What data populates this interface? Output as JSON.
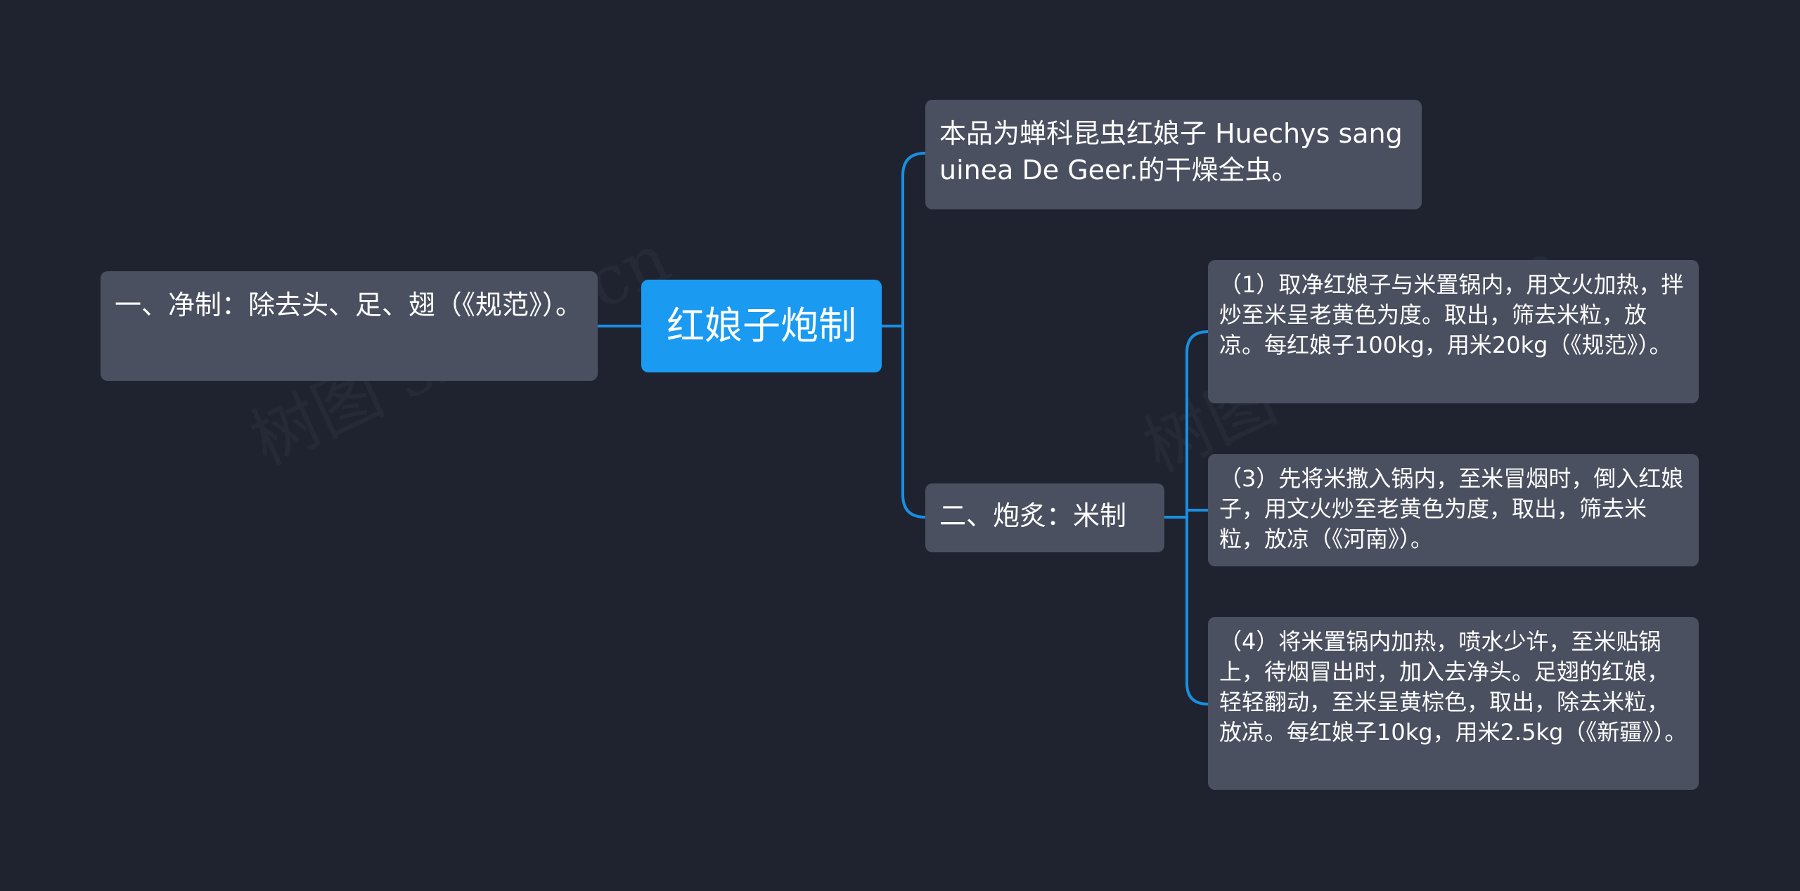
{
  "root": {
    "label": "红娘子炮制"
  },
  "left_branch": {
    "label": "一、净制：除去头、足、翅（《规范》）。"
  },
  "right_top": {
    "label": "本品为蝉科昆虫红娘子 Huechys sanguinea De Geer.的干燥全虫。"
  },
  "right_bottom": {
    "label": "二、炮炙：米制",
    "children": [
      {
        "label": "（1）取净红娘子与米置锅内，用文火加热，拌炒至米呈老黄色为度。取出，筛去米粒，放凉。每红娘子100kg，用米20kg（《规范》）。"
      },
      {
        "label": "（3）先将米撒入锅内，至米冒烟时，倒入红娘子，用文火炒至老黄色为度，取出，筛去米粒，放凉（《河南》）。"
      },
      {
        "label": "（4）将米置锅内加热，喷水少许，至米贴锅上，待烟冒出时，加入去净头。足翅的红娘，轻轻翻动，至米呈黄棕色，取出，除去米粒，放凉。每红娘子10kg，用米2.5kg（《新疆》）。"
      }
    ]
  },
  "watermark": {
    "text": "树图 shutu.cn"
  },
  "colors": {
    "background": "#1f2330",
    "root_fill": "#1a9af0",
    "node_fill": "#4a5060",
    "connector": "#1a8fe0"
  }
}
